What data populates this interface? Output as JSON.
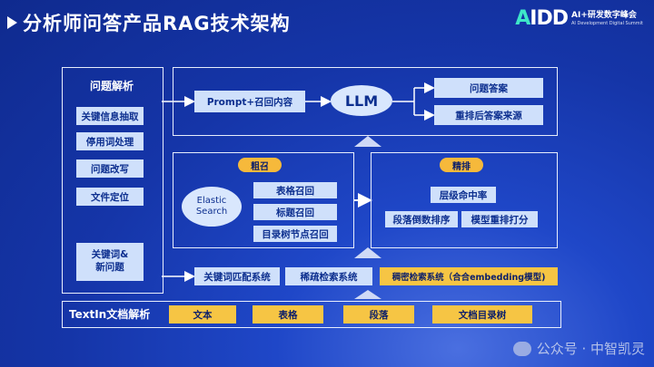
{
  "title": "分析师问答产品RAG技术架构",
  "logo": {
    "mark": "AIDD",
    "line1": "AI+研发数字峰会",
    "line2": "AI Development Digital Summit"
  },
  "left_panel": {
    "header": "问题解析",
    "items": [
      "关键信息抽取",
      "停用词处理",
      "问题改写",
      "文件定位"
    ]
  },
  "left_bottom": "关键词&\n新问题",
  "top_row": {
    "prompt": "Prompt+召回内容",
    "llm": "LLM",
    "outputs": [
      "问题答案",
      "重排后答案来源"
    ]
  },
  "coarse": {
    "label": "粗召",
    "engine": "Elastic\nSearch",
    "items": [
      "表格召回",
      "标题召回",
      "目录树节点召回"
    ]
  },
  "fine": {
    "label": "精排",
    "items": [
      "层级命中率",
      "段落倒数排序",
      "模型重排打分"
    ]
  },
  "retrieval": [
    "关键词匹配系统",
    "稀疏检索系统",
    "稠密检索系统（合合embedding模型)"
  ],
  "parse_row": {
    "label": "TextIn文档解析",
    "items": [
      "文本",
      "表格",
      "段落",
      "文档目录树"
    ]
  },
  "watermark": "公众号 · 中智凯灵",
  "colors": {
    "bg": "#1a3db8",
    "box": "#cfe0fb",
    "accent": "#f6c544",
    "logo_accent": "#3ee6c8"
  }
}
